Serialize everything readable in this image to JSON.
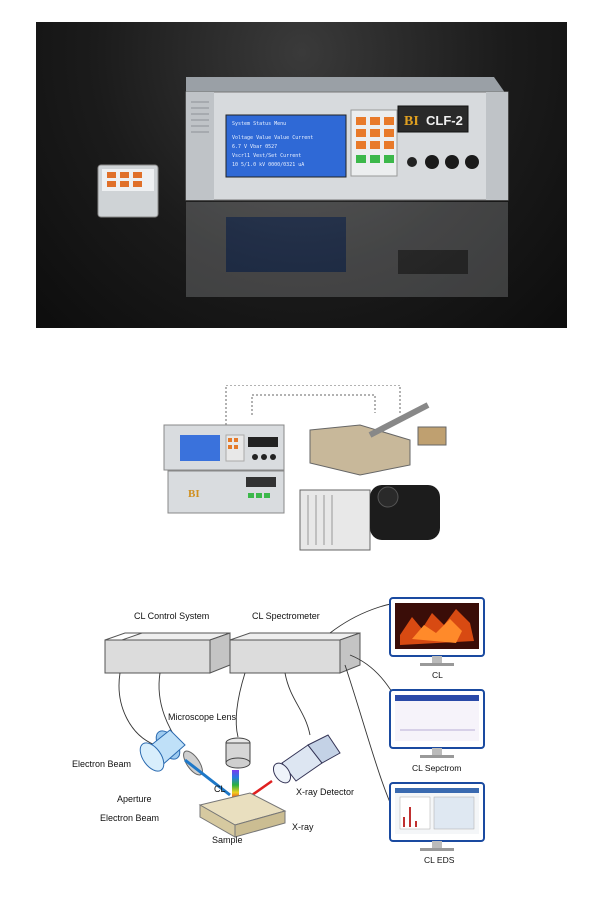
{
  "product": {
    "brand_mark": "BI",
    "model": "CLF-2",
    "lcd_header": "System Status Menu",
    "lcd_lines": [
      "Voltage Value    Value Current",
      "6.7 V  Vbar        0527",
      "Vscrl1    Vest/Set Current",
      "10 5/1.0 kV     0000/0321 uA"
    ]
  },
  "diagram": {
    "control_system_label": "CL Control System",
    "spectrometer_label": "CL Spectrometer",
    "microscope_lens_label": "Microscope Lens",
    "electron_beam_label": "Electron Beam",
    "aperture_label": "Aperture",
    "cl_label": "CL",
    "electron_beam_label_2": "Electron Beam",
    "xray_detector_label": "X-ray Detector",
    "xray_label": "X-ray",
    "sample_label": "Sample",
    "monitor_captions": [
      "CL",
      "CL Sepctrom",
      "CL EDS"
    ],
    "colors": {
      "box_fill": "#dcdcdc",
      "beam": "#1e78c8",
      "xray": "#e02020",
      "monitor_frame": "#1a4aa0"
    }
  }
}
